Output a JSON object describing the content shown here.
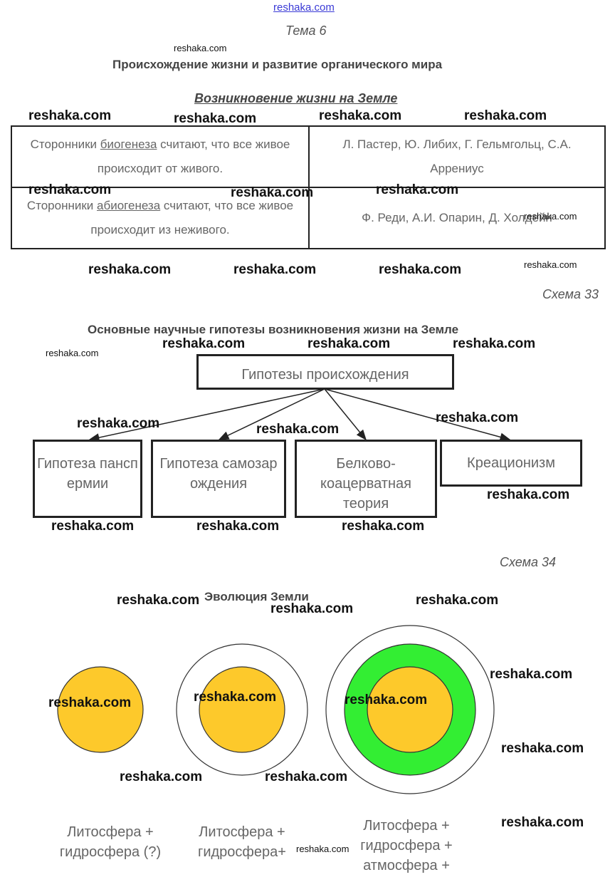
{
  "site_link": "reshaka.com",
  "topic": "Тема 6",
  "section_title": "Происхождение жизни и развитие органического мира",
  "table_title": "Возникновение жизни на Земле",
  "table": {
    "rows": [
      {
        "left_before": "Сторонники ",
        "left_term": "биогенеза",
        "left_after": " считают, что все живое происходит от живого.",
        "right": "Л. Пастер, Ю. Либих, Г. Гельмгольц, С.А. Аррениус"
      },
      {
        "left_before": "Сторонники ",
        "left_term": "абиогенеза",
        "left_after": " считают, что все живое происходит из неживого.",
        "right": "Ф. Реди, А.И. Опарин, Д. Холдейн"
      }
    ]
  },
  "scheme33": {
    "label": "Схема 33",
    "title": "Основные научные гипотезы возникновения жизни на Земле",
    "root": "Гипотезы происхождения",
    "children": [
      "Гипотеза панспермии",
      "Гипотеза самозарождения",
      "Белково-коацерватная теория",
      "Креационизм"
    ]
  },
  "scheme34": {
    "label": "Схема 34",
    "title": "Эволюция Земли",
    "stages": [
      {
        "caption_line1": "Литосфера +",
        "caption_line2": "гидросфера (?)"
      },
      {
        "caption_line1": "Литосфера +",
        "caption_line2": "гидросфера+"
      },
      {
        "caption_line1": "Литосфера +",
        "caption_line2": "гидросфера +",
        "caption_line3": "атмосфера +"
      }
    ],
    "colors": {
      "core": "#fdc92b",
      "atmosphere": "#33ee33",
      "outline": "#333333"
    }
  },
  "watermark": "reshaka.com"
}
